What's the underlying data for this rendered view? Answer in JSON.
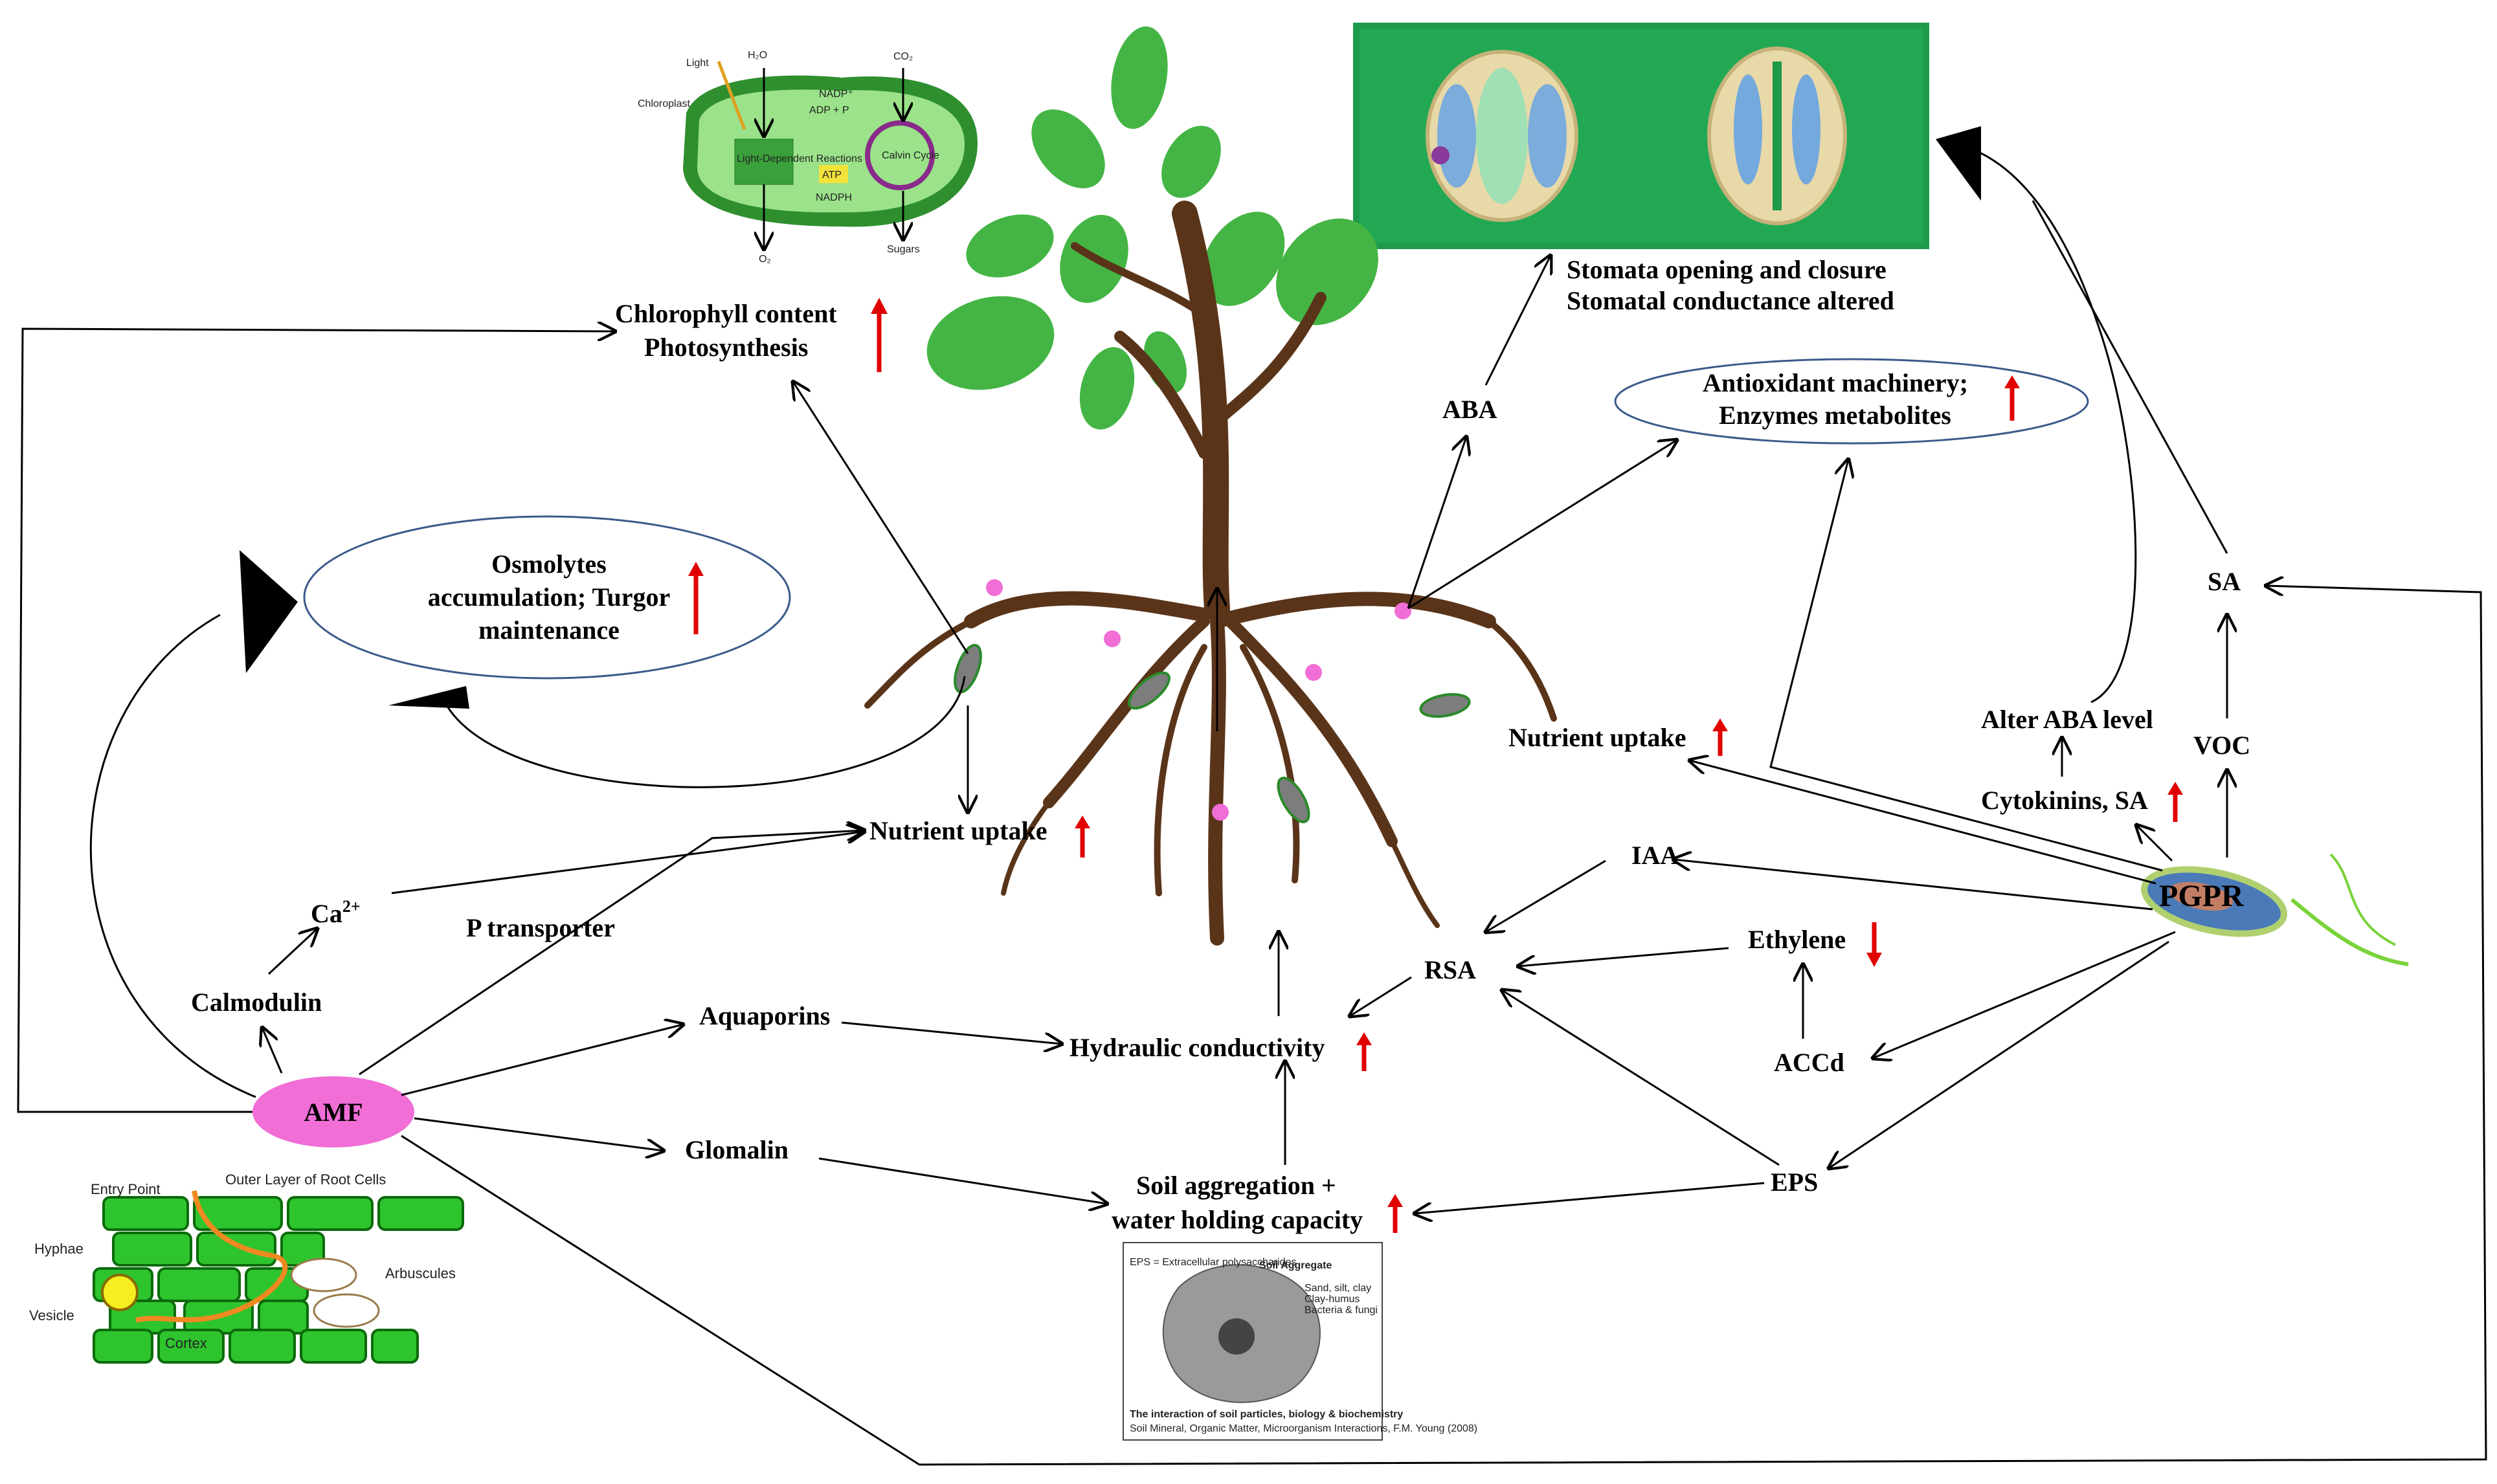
{
  "colors": {
    "up_arrow": "#e00000",
    "down_arrow": "#e00000",
    "amf_fill": "#f06ed6",
    "pgpr_text": "#e00000",
    "tree_trunk": "#5a3419",
    "leaf": "#3fae3f",
    "ellipse_stroke": "#3a5a8a"
  },
  "organisms": {
    "amf": "AMF",
    "pgpr": "PGPR"
  },
  "labels": {
    "chlorophyll_1": "Chlorophyll content",
    "chlorophyll_2": "Photosynthesis",
    "stomata_1": "Stomata opening and  closure",
    "stomata_2": "Stomatal conductance altered",
    "aba": "ABA",
    "antioxidant_1": "Antioxidant machinery;",
    "antioxidant_2": "Enzymes metabolites",
    "osmolytes_1": "Osmolytes",
    "osmolytes_2": "accumulation; Turgor",
    "osmolytes_3": "maintenance",
    "nutrient_uptake_left": "Nutrient uptake",
    "nutrient_uptake_right": "Nutrient uptake",
    "ca": "Ca",
    "ca_sup": "2+",
    "p_transporter": "P transporter",
    "calmodulin": "Calmodulin",
    "aquaporins": "Aquaporins",
    "hydraulic": "Hydraulic  conductivity",
    "glomalin": "Glomalin",
    "soil_1": "Soil aggregation +",
    "soil_2": "water holding capacity",
    "iaa": "IAA",
    "rsa": "RSA",
    "ethylene": "Ethylene",
    "accd": "ACCd",
    "eps": "EPS",
    "sa": "SA",
    "voc": "VOC",
    "alter_aba": "Alter ABA level",
    "cytokinins": "Cytokinins, SA"
  },
  "photosynthesis_inset": {
    "light": "Light",
    "h2o": "H₂O",
    "co2": "CO₂",
    "chloroplast": "Chloroplast",
    "nadp": "NADP⁺",
    "adp": "ADP + P",
    "light_dep": "Light-Dependent Reactions",
    "calvin": "Calvin Cycle",
    "atp": "ATP",
    "nadph": "NADPH",
    "o2": "O₂",
    "sugars": "Sugars"
  },
  "amf_inset": {
    "entry_point": "Entry Point",
    "outer_layer": "Outer Layer of Root Cells",
    "hyphae": "Hyphae",
    "arbuscules": "Arbuscules",
    "vesicle": "Vesicle",
    "cortex": "Cortex"
  },
  "soil_inset": {
    "eps_def": "EPS = Extracellular polysaccharides",
    "title": "Soil Aggregate",
    "list_1": "Sand, silt, clay",
    "list_2": "Clay-humus",
    "list_3": "Bacteria & fungi",
    "caption": "The interaction of soil particles, biology & biochemistry",
    "credit": "Soil Mineral, Organic Matter, Microorganism Interactions, F.M. Young (2008)"
  }
}
